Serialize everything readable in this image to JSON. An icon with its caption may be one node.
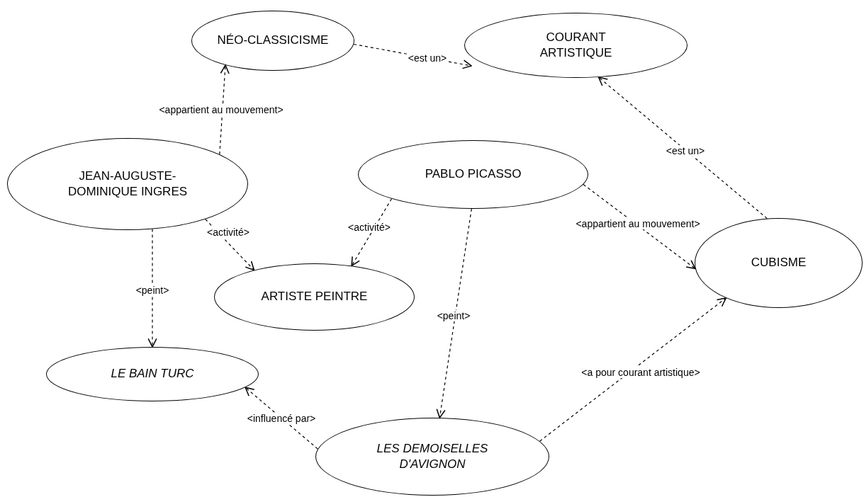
{
  "diagram": {
    "nodes": [
      {
        "text": [
          "NÉO-CLASSICISME"
        ]
      },
      {
        "text": [
          "COURANT ARTISTIQUE"
        ]
      },
      {
        "text": [
          "JEAN-AUGUSTE-DOMINIQUE INGRES"
        ]
      },
      {
        "text": [
          "PABLO PICASSO"
        ]
      },
      {
        "text": [
          "ARTISTE PEINTRE"
        ]
      },
      {
        "text": [
          "CUBISME"
        ]
      },
      {
        "text": [
          "LE BAIN TURC"
        ]
      },
      {
        "text": [
          "LES DEMOISELLES D'AVIGNON"
        ]
      }
    ],
    "edges": [
      {
        "from": 0,
        "to": 1,
        "arrow": "to",
        "label": "<est un>",
        "style": "dashed"
      },
      {
        "from": 5,
        "to": 1,
        "arrow": "to",
        "label": "<est un>",
        "style": "dashed"
      },
      {
        "from": 2,
        "to": 0,
        "arrow": "to",
        "label": "<appartient au mouvement>",
        "style": "dashed"
      },
      {
        "from": 2,
        "to": 4,
        "arrow": "to",
        "label": "<activité>",
        "style": "dashed"
      },
      {
        "from": 3,
        "to": 4,
        "arrow": "to",
        "label": "<activité>",
        "style": "dashed"
      },
      {
        "from": 3,
        "to": 5,
        "arrow": "to",
        "label": "<appartient au mouvement>",
        "style": "dashed"
      },
      {
        "from": 2,
        "to": 6,
        "arrow": "to",
        "label": "<peint>",
        "style": "dashed"
      },
      {
        "from": 3,
        "to": 7,
        "arrow": "to",
        "label": "<peint>",
        "style": "dashed"
      },
      {
        "from": 7,
        "to": 6,
        "arrow": "to",
        "label": "<influencé par>",
        "style": "dashed"
      },
      {
        "from": 7,
        "to": 5,
        "arrow": "to",
        "label": "<a pour courant artistique>",
        "style": "dashed"
      }
    ]
  }
}
